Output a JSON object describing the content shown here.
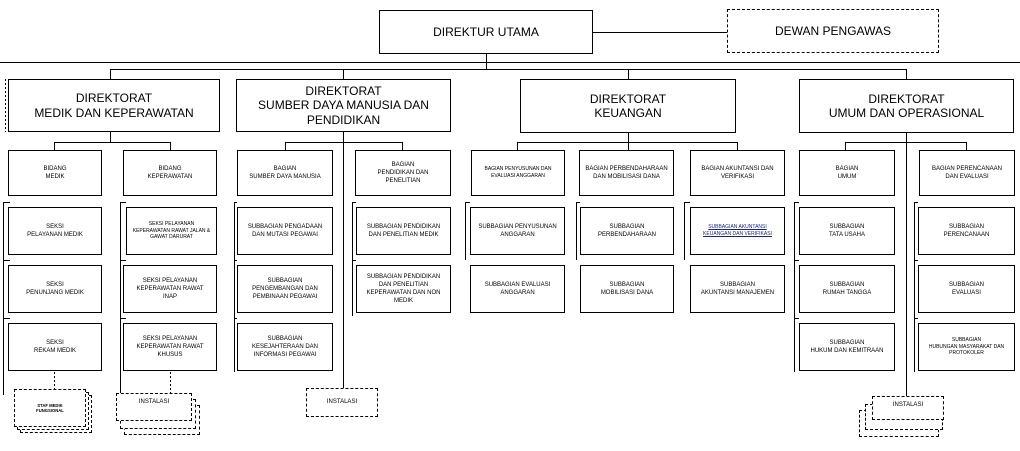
{
  "top": {
    "direktur": "DIREKTUR UTAMA",
    "dewan": "DEWAN PENGAWAS"
  },
  "directorates": {
    "medik": "DIREKTORAT\nMEDIK DAN KEPERAWATAN",
    "sdm": "DIREKTORAT\nSUMBER DAYA MANUSIA DAN\nPENDIDIKAN",
    "keuangan": "DIREKTORAT\nKEUANGAN",
    "umum": "DIREKTORAT\nUMUM DAN OPERASIONAL"
  },
  "units": {
    "bidang_medik": "BIDANG\nMEDIK",
    "seksi_pelayanan_medik": "SEKSI\nPELAYANAN MEDIK",
    "seksi_penunjang_medik": "SEKSI\nPENUNJANG MEDIK",
    "seksi_rekam_medik": "SEKSI\nREKAM MEDIK",
    "bidang_keperawatan": "BIDANG\nKEPERAWATAN",
    "seksi_rawat_jalan": "SEKSI PELAYANAN\nKEPERAWATAN RAWAT JALAN &\nGAWAT DARURAT",
    "seksi_rawat_inap": "SEKSI PELAYANAN\nKEPERAWATAN RAWAT\nINAP",
    "seksi_rawat_khusus": "SEKSI PELAYANAN\nKEPERAWATAN RAWAT\nKHUSUS",
    "bagian_sdm": "BAGIAN\nSUMBER DAYA MANUSIA",
    "sub_pengadaan": "SUBBAGIAN PENGADAAN\nDAN MUTASI PEGAWAI",
    "sub_pengembangan": "SUBBAGIAN\nPENGEMBANGAN DAN\nPEMBINAAN PEGAWAI",
    "sub_kesejahteraan": "SUBBAGIAN\nKESEJAHTERAAN DAN\nINFORMASI PEGAWAI",
    "bagian_pendidikan": "BAGIAN\nPENDIDIKAN DAN\nPENELITIAN",
    "sub_pendidikan_medik": "SUBBAGIAN PENDIDIKAN\nDAN PENELITIAN MEDIK",
    "sub_pendidikan_nonmedik": "SUBBAGIAN PENDIDIKAN\nDAN PENELITIAN\nKEPERAWATAN DAN NON\nMEDIK",
    "bagian_penyusunan": "BAGIAN PENYUSUNAN DAN\nEVALUASI ANGGARAN",
    "sub_penyusunan": "SUBBAGIAN PENYUSUNAN\nANGGARAN",
    "sub_evaluasi_anggaran": "SUBBAGIAN EVALUASI\nANGGARAN",
    "bagian_perbendaharaan": "BAGIAN PERBENDAHARAAN\nDAN MOBILISASI DANA",
    "sub_perbendaharaan": "SUBBAGIAN\nPERBENDAHARAAN",
    "sub_mobilisasi": "SUBBAGIAN\nMOBILISASI DANA",
    "bagian_akuntansi": "BAGIAN AKUNTANSI DAN\nVERIFIKASI",
    "sub_akuntansi_keuangan": "SUBBAGIAN AKUNTANSI\nKEUANGAN DAN VERIFIKASI",
    "sub_akuntansi_manajemen": "SUBBAGIAN\nAKUNTANSI MANAJEMEN",
    "bagian_umum": "BAGIAN\nUMUM",
    "sub_tata_usaha": "SUBBAGIAN\nTATA USAHA",
    "sub_rumah_tangga": "SUBBAGIAN\nRUMAH TANGGA",
    "sub_hukum": "SUBBAGIAN\nHUKUM DAN KEMITRAAN",
    "bagian_perencanaan": "BAGIAN PERENCANAAN\nDAN EVALUASI",
    "sub_perencanaan": "SUBBAGIAN\nPERENCANAAN",
    "sub_evaluasi": "SUBBAGIAN\nEVALUASI",
    "sub_humas": "SUBBAGIAN\nHUBUNGAN MASYARAKAT DAN\nPROTOKOLER"
  },
  "functional": {
    "staf_medik": "STAF MEDIK\nFUNGSIONAL",
    "instalasi_medik": "INSTALASI",
    "instalasi_sdm": "INSTALASI",
    "instalasi_umum": "INSTALASI"
  }
}
